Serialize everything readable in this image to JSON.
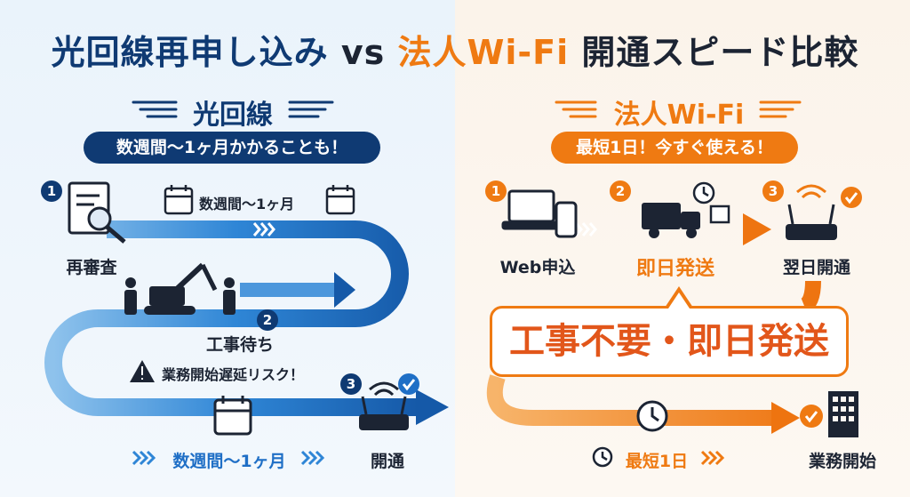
{
  "title": {
    "part1": "光回線再申し込み",
    "vs": "vs",
    "part2": "法人Wi-Fi",
    "part3": "開通スピード比較"
  },
  "left": {
    "heading": "光回線",
    "banner": "数週間〜1ヶ月かかることも！",
    "period_top": "数週間〜1ヶ月",
    "period_bottom": "数週間〜1ヶ月",
    "steps": [
      {
        "num": "1",
        "label": "再審査"
      },
      {
        "num": "2",
        "label": "工事待ち"
      },
      {
        "num": "3",
        "label": "開通"
      }
    ],
    "risk": "業務開始遅延リスク！"
  },
  "right": {
    "heading": "法人Wi-Fi",
    "banner": "最短1日！今すぐ使える！",
    "steps": [
      {
        "num": "1",
        "label": "Web申込"
      },
      {
        "num": "2",
        "label": "即日発送"
      },
      {
        "num": "3",
        "label": "翌日開通"
      }
    ],
    "callout": "工事不要・即日発送",
    "duration": "最短1日",
    "end_label": "業務開始"
  },
  "colors": {
    "blue": "#0f3a73",
    "blue_path": "#1f6fc6",
    "orange": "#ef7a12",
    "callout_red": "#e2561a"
  }
}
